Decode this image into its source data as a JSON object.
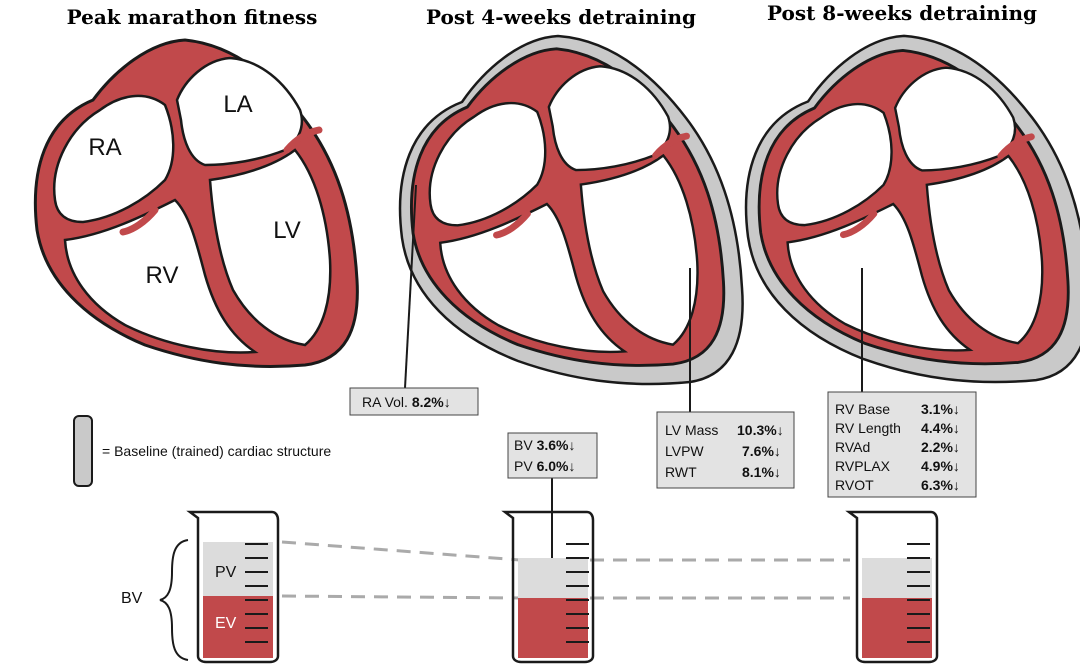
{
  "titles": {
    "peak": "Peak marathon fitness",
    "week4": "Post 4-weeks detraining",
    "week8": "Post 8-weeks detraining"
  },
  "chambers": {
    "ra": "RA",
    "la": "LA",
    "rv": "RV",
    "lv": "LV"
  },
  "legend": {
    "text": "= Baseline (trained) cardiac structure"
  },
  "boxes": {
    "ra_vol": {
      "label": "RA Vol.",
      "value": "8.2%↓"
    },
    "blood": [
      {
        "label": "BV",
        "value": "3.6%↓"
      },
      {
        "label": "PV",
        "value": "6.0%↓"
      }
    ],
    "lv": [
      {
        "label": "LV Mass",
        "value": "10.3%↓"
      },
      {
        "label": "LVPW",
        "value": "7.6%↓"
      },
      {
        "label": "RWT",
        "value": "8.1%↓"
      }
    ],
    "rv": [
      {
        "label": "RV Base",
        "value": "3.1%↓"
      },
      {
        "label": "RV Length",
        "value": "4.4%↓"
      },
      {
        "label": "RVAd",
        "value": "2.2%↓"
      },
      {
        "label": "RVPLAX",
        "value": "4.9%↓"
      },
      {
        "label": "RVOT",
        "value": "6.3%↓"
      }
    ]
  },
  "beakers": {
    "bv": "BV",
    "pv": "PV",
    "ev": "EV"
  },
  "colors": {
    "muscle": "#c1494b",
    "outline": "#1a1a1a",
    "baseline": "#c9c9c9",
    "box": "#e3e3e3",
    "plasma": "#dcdcdc",
    "ev_text": "#ffffff"
  }
}
